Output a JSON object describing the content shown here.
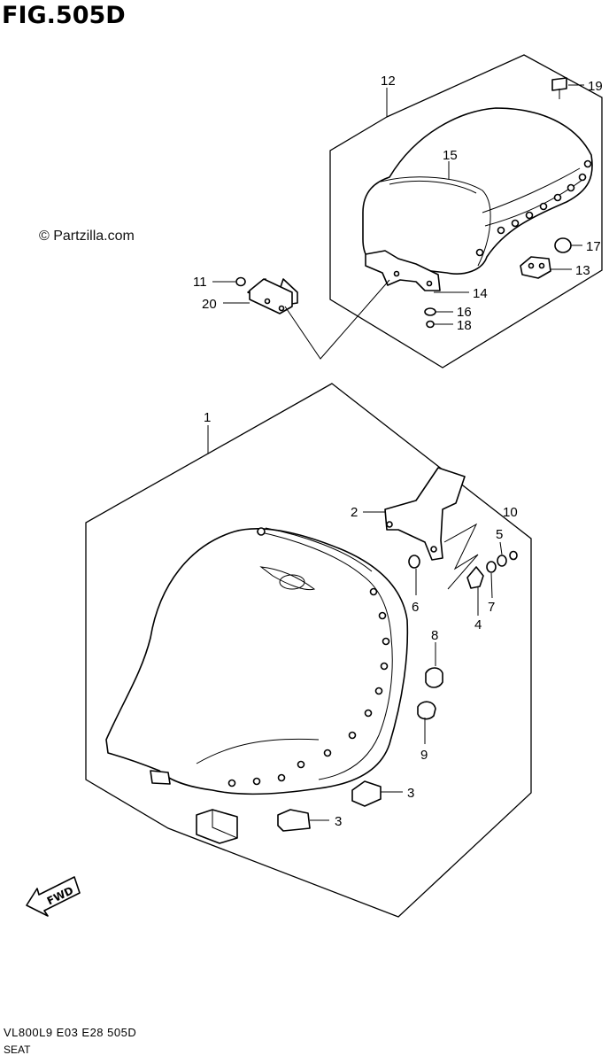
{
  "figure": {
    "title": "FIG.505D",
    "watermark": "© Partzilla.com",
    "code": "VL800L9  E03  E28  505D",
    "name": "SEAT"
  },
  "callouts": {
    "c1": "1",
    "c2": "2",
    "c3a": "3",
    "c3b": "3",
    "c4": "4",
    "c5": "5",
    "c6": "6",
    "c7": "7",
    "c8": "8",
    "c9": "9",
    "c10": "10",
    "c11": "11",
    "c12": "12",
    "c13": "13",
    "c14": "14",
    "c15": "15",
    "c16": "16",
    "c17": "17",
    "c18": "18",
    "c19": "19",
    "c20": "20"
  },
  "fwd_label": "FWD"
}
